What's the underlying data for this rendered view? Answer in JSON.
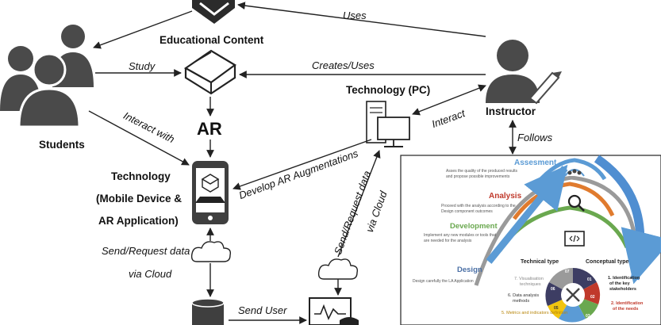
{
  "nodes": {
    "educational_content": "Educational Content",
    "students": "Students",
    "instructor": "Instructor",
    "technology_pc": "Technology (PC)",
    "ar": "AR",
    "technology_mobile_line1": "Technology",
    "technology_mobile_line2": "(Mobile Device &",
    "technology_mobile_line3": "AR Application)"
  },
  "edges": {
    "uses": "Uses",
    "study": "Study",
    "creates_uses": "Creates/Uses",
    "interact_with": "Interact with",
    "interact": "Interact",
    "follows": "Follows",
    "develop_ar": "Develop AR Augmentations",
    "send_request_pc_line1": "Send/Request data",
    "send_request_pc_line2": "via Cloud",
    "send_request_mobile_line1": "Send/Request data",
    "send_request_mobile_line2": "via Cloud",
    "send_user": "Send User"
  },
  "inset": {
    "assessment": {
      "title": "Assesment",
      "desc_line1": "Asses the quality of the produced results",
      "desc_line2": "and  propose  possible improvements"
    },
    "analysis": {
      "title": "Analysis",
      "desc_line1": "Proceed with the analysis according to the",
      "desc_line2": "Design component outcomes"
    },
    "development": {
      "title": "Development",
      "desc_line1": "Implement any new modules or tools that",
      "desc_line2": "are needed for the analysis"
    },
    "design": {
      "title": "Design",
      "desc_line1": "Design carefully the LA Application"
    },
    "technical_type": "Technical type",
    "conceptual_type": "Conceptual type",
    "items": {
      "i7_line1": "7. Visualisation",
      "i7_line2": "techniques",
      "i6_line1": "6. Data analysis",
      "i6_line2": "methods",
      "i5": "5. Metrics and indicators definition",
      "i1_line1": "1. Identification",
      "i1_line2": "of the key",
      "i1_line3": "stakeholders",
      "i2_line1": "2. Identification",
      "i2_line2": "of the needs"
    },
    "wheel_numbers": [
      "07",
      "01",
      "02",
      "06",
      "05",
      "03"
    ]
  },
  "colors": {
    "line": "#222222",
    "icon": "#4a4a4a",
    "assessment": "#5b9bd5",
    "analysis": "#e07b2e",
    "development": "#6aa84f",
    "design": "#4a6fa5",
    "technical": "#8a8a8a"
  }
}
